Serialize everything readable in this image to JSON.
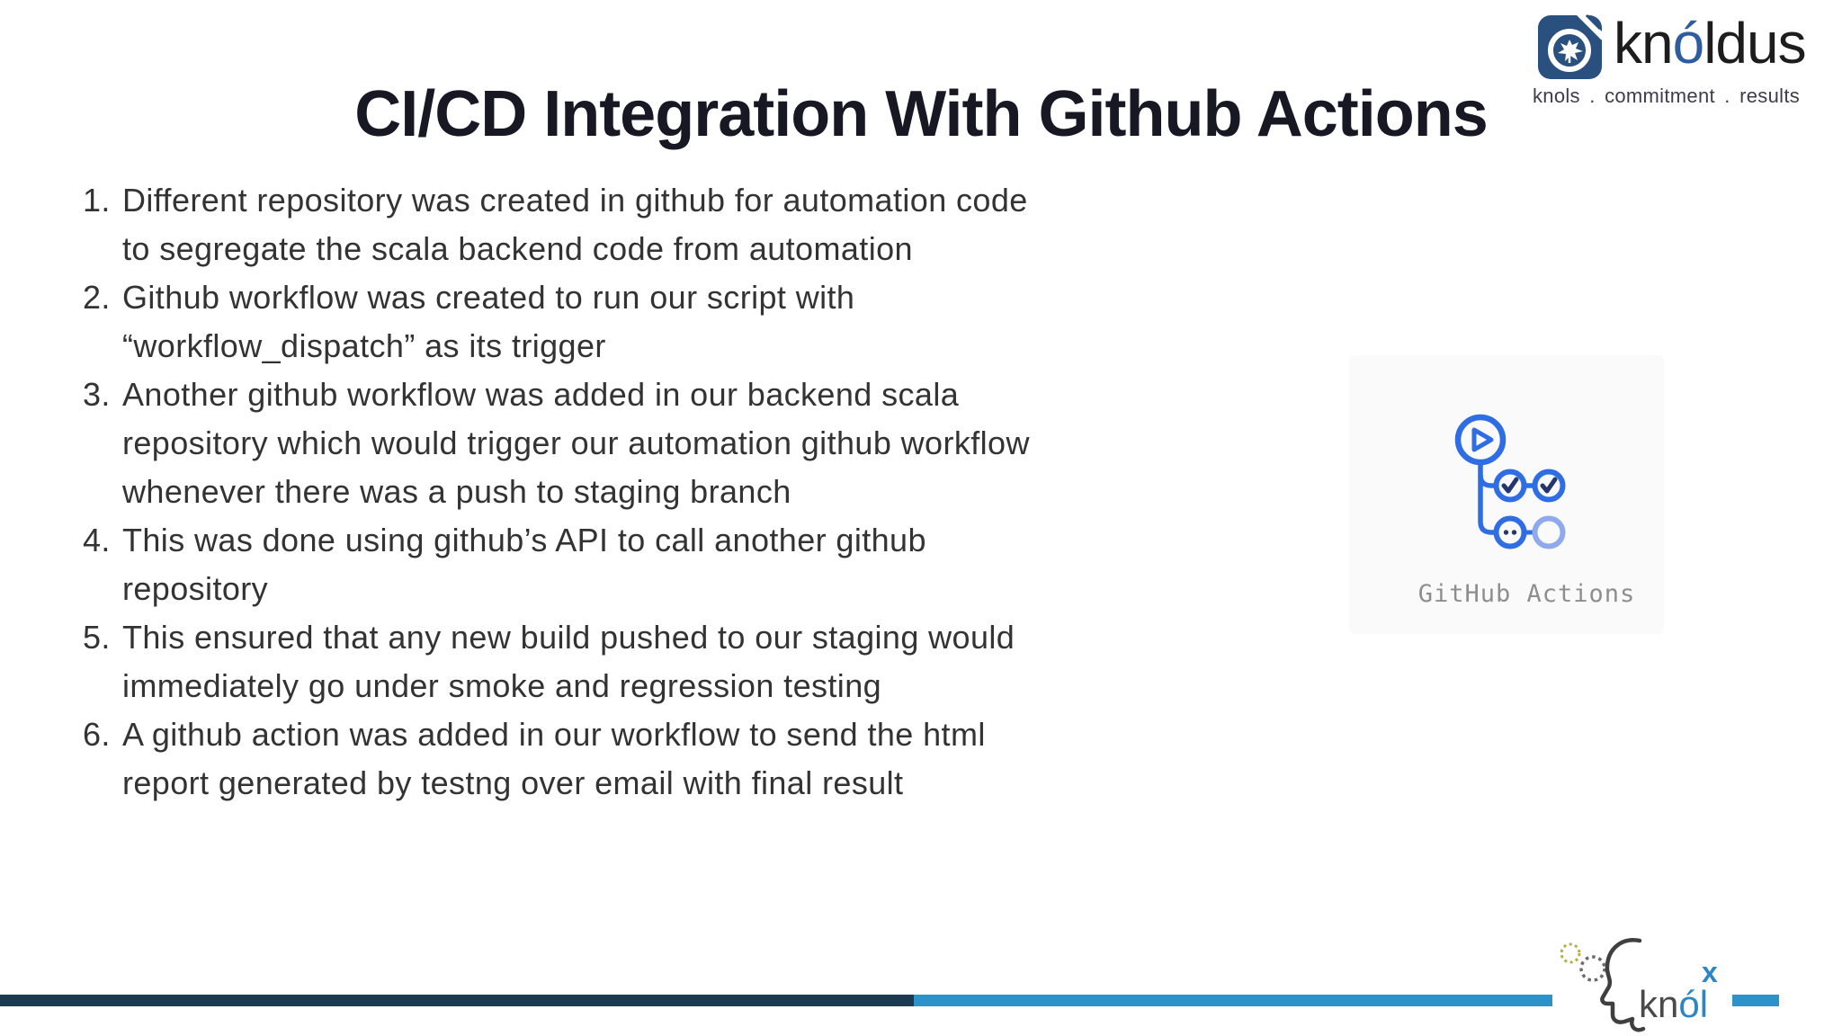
{
  "slide": {
    "title": "CI/CD Integration With Github Actions"
  },
  "brand": {
    "word_kn": "kn",
    "word_o": "ó",
    "word_rest": "ldus",
    "tagline": "knols . commitment . results",
    "square_color": "#2a5080"
  },
  "list": {
    "items": [
      {
        "number": "1.",
        "text": "Different repository was created in github for automation code\nto segregate the scala backend code from automation"
      },
      {
        "number": "2.",
        "text": "Github workflow was created to run our script with\n“workflow_dispatch” as its trigger"
      },
      {
        "number": "3.",
        "text": "Another github workflow was added in our backend scala\nrepository which would trigger our automation github workflow\nwhenever there was a push to staging branch"
      },
      {
        "number": "4.",
        "text": "This was done using github’s API to call another github\nrepository"
      },
      {
        "number": "5.",
        "text": "This ensured that any new build pushed to our staging would\nimmediately go under smoke and regression testing"
      },
      {
        "number": "6.",
        "text": "A github action was added in our workflow to send the html\nreport generated by testng over email with final result"
      }
    ]
  },
  "figure": {
    "label": "GitHub Actions",
    "icon_color": "#2e6de4",
    "icon_color_light": "#8fa9ec",
    "check_color": "#24366b"
  },
  "footer": {
    "bar_dark_color": "#1c3a4f",
    "bar_light_color": "#2b93c9",
    "knolx_kn": "kn",
    "knolx_ol": "ól",
    "knolx_sup": "x"
  }
}
